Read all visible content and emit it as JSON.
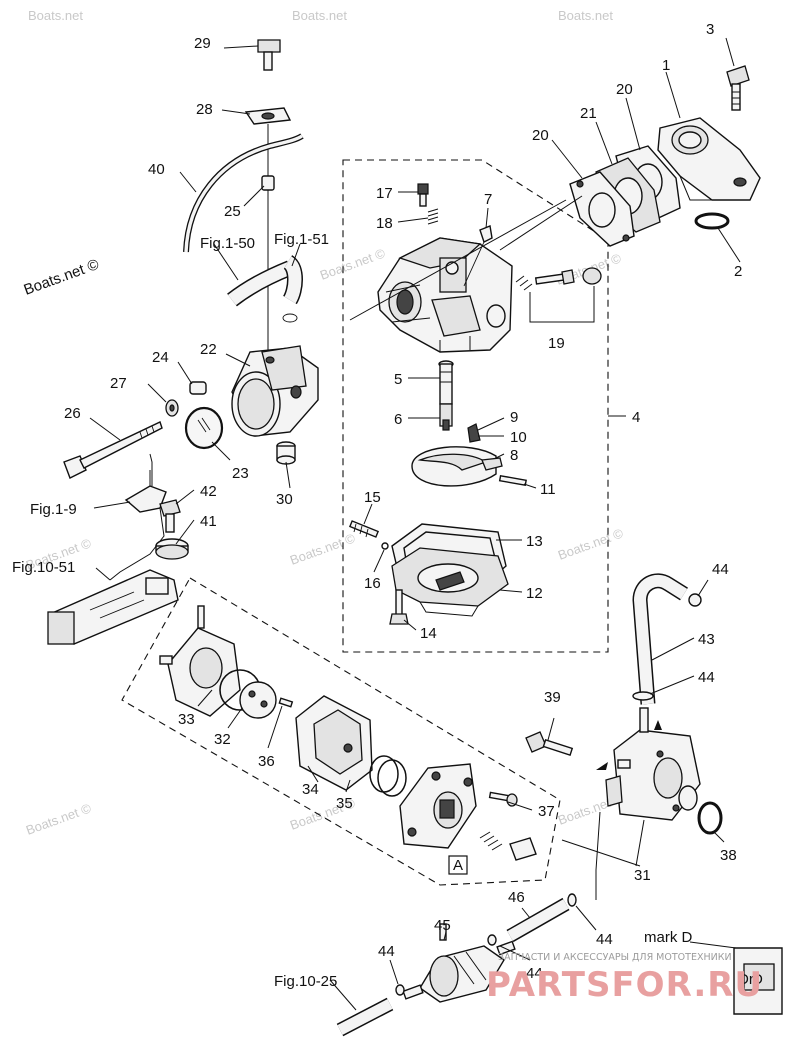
{
  "watermark_text": "Boats.net ©",
  "watermark_short": "Boats.net",
  "parts": [
    {
      "id": "p1",
      "label": "1"
    },
    {
      "id": "p2",
      "label": "2"
    },
    {
      "id": "p3",
      "label": "3"
    },
    {
      "id": "p4",
      "label": "4"
    },
    {
      "id": "p5",
      "label": "5"
    },
    {
      "id": "p6",
      "label": "6"
    },
    {
      "id": "p7",
      "label": "7"
    },
    {
      "id": "p8",
      "label": "8"
    },
    {
      "id": "p9",
      "label": "9"
    },
    {
      "id": "p10",
      "label": "10"
    },
    {
      "id": "p11",
      "label": "11"
    },
    {
      "id": "p12",
      "label": "12"
    },
    {
      "id": "p13",
      "label": "13"
    },
    {
      "id": "p14",
      "label": "14"
    },
    {
      "id": "p15",
      "label": "15"
    },
    {
      "id": "p16",
      "label": "16"
    },
    {
      "id": "p17",
      "label": "17"
    },
    {
      "id": "p18",
      "label": "18"
    },
    {
      "id": "p19",
      "label": "19"
    },
    {
      "id": "p20a",
      "label": "20"
    },
    {
      "id": "p20b",
      "label": "20"
    },
    {
      "id": "p21",
      "label": "21"
    },
    {
      "id": "p22",
      "label": "22"
    },
    {
      "id": "p23",
      "label": "23"
    },
    {
      "id": "p24",
      "label": "24"
    },
    {
      "id": "p25",
      "label": "25"
    },
    {
      "id": "p26",
      "label": "26"
    },
    {
      "id": "p27",
      "label": "27"
    },
    {
      "id": "p28",
      "label": "28"
    },
    {
      "id": "p29",
      "label": "29"
    },
    {
      "id": "p30",
      "label": "30"
    },
    {
      "id": "p31",
      "label": "31"
    },
    {
      "id": "p32",
      "label": "32"
    },
    {
      "id": "p33",
      "label": "33"
    },
    {
      "id": "p34",
      "label": "34"
    },
    {
      "id": "p35",
      "label": "35"
    },
    {
      "id": "p36",
      "label": "36"
    },
    {
      "id": "p37",
      "label": "37"
    },
    {
      "id": "p38",
      "label": "38"
    },
    {
      "id": "p39",
      "label": "39"
    },
    {
      "id": "p40",
      "label": "40"
    },
    {
      "id": "p41",
      "label": "41"
    },
    {
      "id": "p42",
      "label": "42"
    },
    {
      "id": "p43",
      "label": "43"
    },
    {
      "id": "p44a",
      "label": "44"
    },
    {
      "id": "p44b",
      "label": "44"
    },
    {
      "id": "p44c",
      "label": "44"
    },
    {
      "id": "p44d",
      "label": "44"
    },
    {
      "id": "p44e",
      "label": "44"
    },
    {
      "id": "p45",
      "label": "45"
    },
    {
      "id": "p46",
      "label": "46"
    }
  ],
  "figure_refs": {
    "fig1_50": "Fig.1-50",
    "fig1_51": "Fig.1-51",
    "fig1_9": "Fig.1-9",
    "fig10_51": "Fig.10-51",
    "fig10_25": "Fig.10-25"
  },
  "mark_a": "A",
  "mark_d": "mark D",
  "mark_d_code": "D",
  "mark_d_prefix": "Dr",
  "branding": {
    "name": "PARTSFOR.RU",
    "tagline": "ЗАПЧАСТИ И АКСЕССУАРЫ ДЛЯ МОТОТЕХНИКИ"
  }
}
